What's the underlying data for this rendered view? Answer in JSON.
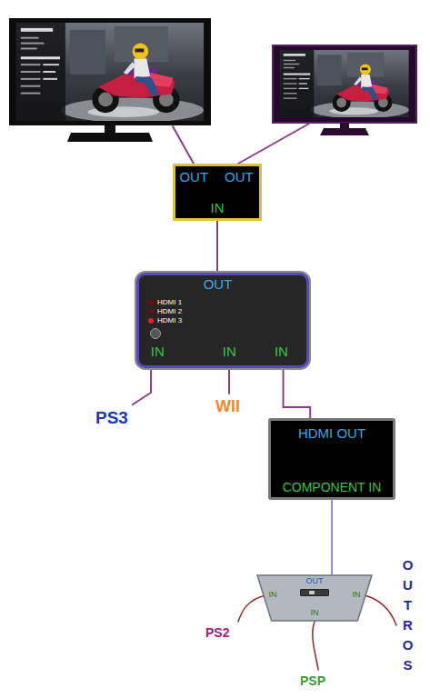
{
  "diagram": {
    "nodes": [
      {
        "text": [
          "OUT",
          "OUT",
          "IN"
        ]
      },
      {
        "text": [
          "OUT",
          "HDMI 1",
          "HDMI 2",
          "HDMI 3",
          "IN",
          "IN",
          "IN"
        ]
      },
      {
        "text": [
          "HDMI OUT",
          "COMPONENT IN"
        ]
      },
      {
        "text": [
          "OUT",
          "IN",
          "IN",
          "IN"
        ]
      }
    ],
    "edges": [
      {
        "from": 1,
        "to": 0,
        "arrow": "none"
      },
      {
        "from": 2,
        "to": 1,
        "arrow": "none"
      },
      {
        "from": 3,
        "to": 2,
        "arrow": "none"
      }
    ],
    "labels": [
      "PS3",
      "WII",
      "PS2",
      "PSP",
      "OUTROS"
    ]
  }
}
